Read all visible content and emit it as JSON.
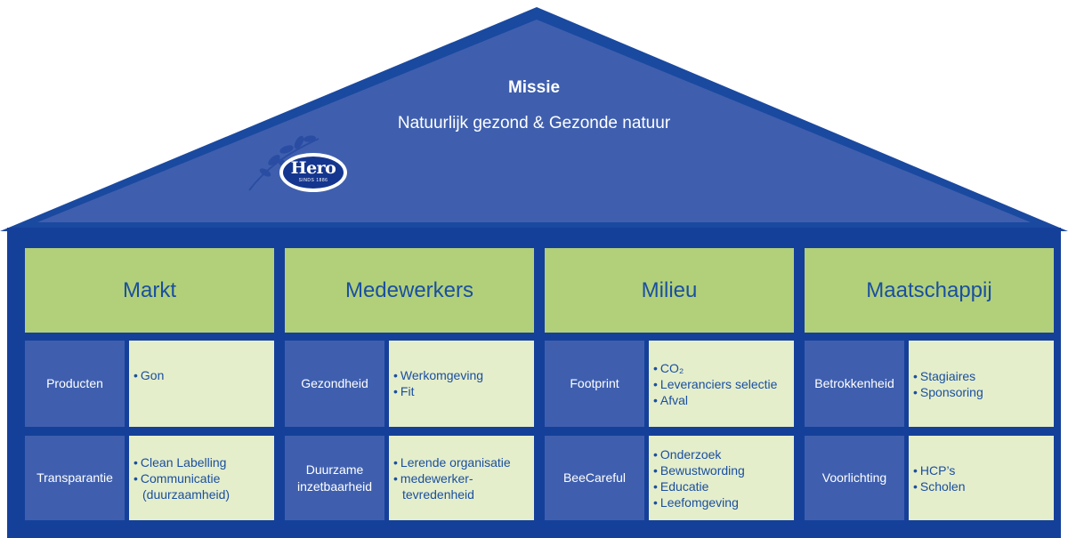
{
  "colors": {
    "roof_dark": "#1a49a0",
    "roof_fill": "#3f5fae",
    "pillar_head": "#b2d07a",
    "content_bg": "#e5eecb",
    "label_bg": "#3f5fae",
    "text_blue": "#1a4fa0"
  },
  "mission": {
    "title": "Missie",
    "text": "Natuurlijk gezond & Gezonde natuur"
  },
  "logo": {
    "wordmark": "Hero",
    "tagline": "SINDS 1886",
    "icon": "leaf-branch-icon"
  },
  "pillars": [
    {
      "title": "Markt",
      "rows": [
        {
          "label": [
            "Producten"
          ],
          "items": [
            "Gon"
          ]
        },
        {
          "label": [
            "Transparantie"
          ],
          "items": [
            "Clean Labelling",
            "Communicatie (duurzaamheid)"
          ]
        }
      ]
    },
    {
      "title": "Medewerkers",
      "rows": [
        {
          "label": [
            "Gezondheid"
          ],
          "items": [
            "Werkomgeving",
            "Fit"
          ]
        },
        {
          "label": [
            "Duurzame",
            "inzetbaarheid"
          ],
          "items": [
            "Lerende organisatie",
            "medewerker-tevredenheid"
          ]
        }
      ]
    },
    {
      "title": "Milieu",
      "rows": [
        {
          "label": [
            "Footprint"
          ],
          "items": [
            "CO₂",
            "Leveranciers selectie",
            "Afval"
          ]
        },
        {
          "label": [
            "BeeCareful"
          ],
          "items": [
            "Onderzoek",
            "Bewustwording",
            "Educatie",
            "Leefomgeving"
          ]
        }
      ]
    },
    {
      "title": "Maatschappij",
      "rows": [
        {
          "label": [
            "Betrokkenheid"
          ],
          "items": [
            "Stagiaires",
            "Sponsoring"
          ]
        },
        {
          "label": [
            "Voorlichting"
          ],
          "items": [
            "HCP’s",
            "Scholen"
          ]
        }
      ]
    }
  ]
}
